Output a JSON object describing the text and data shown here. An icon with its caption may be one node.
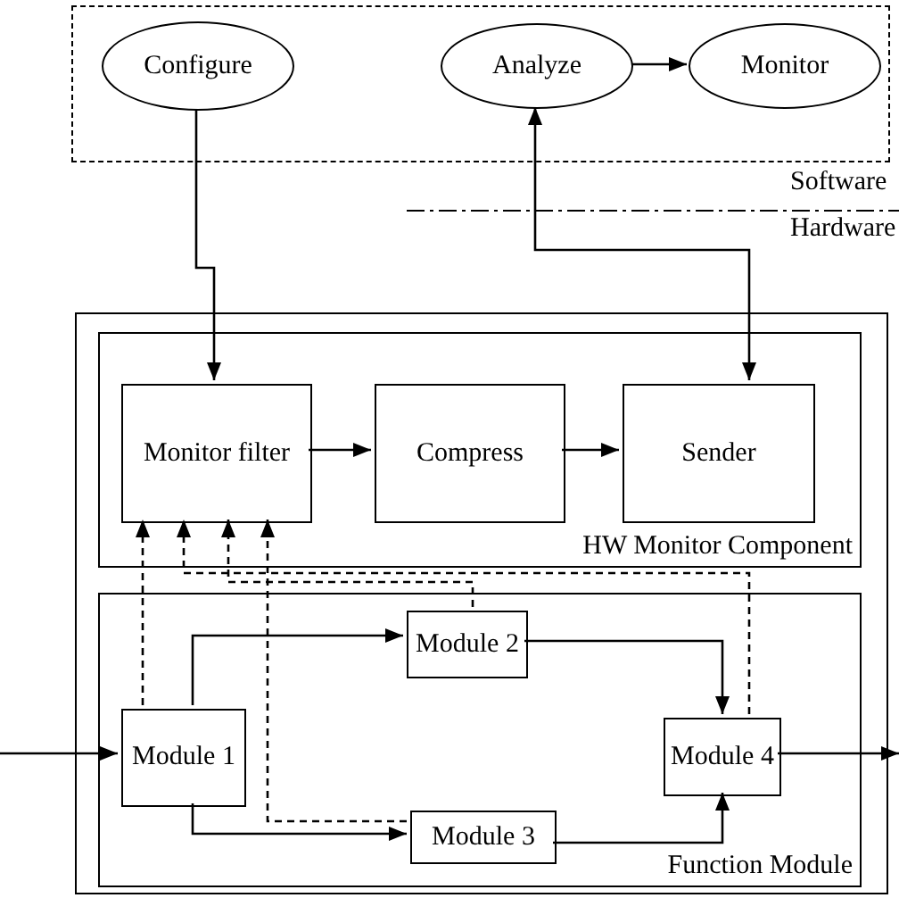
{
  "diagram": {
    "nodes": [
      {
        "text": [],
        "shape": "box"
      },
      {
        "text": [
          "Configure"
        ],
        "in": 0
      },
      {
        "text": [
          "Analyze"
        ],
        "in": 0
      },
      {
        "text": [
          "Monitor"
        ],
        "in": 0
      },
      {
        "text": [],
        "shape": "box"
      },
      {
        "text": [
          "HW Monitor Component"
        ],
        "in": 4
      },
      {
        "text": [
          "Monitor filter"
        ],
        "in": 5
      },
      {
        "text": [
          "Compress"
        ],
        "in": 5
      },
      {
        "text": [
          "Sender"
        ],
        "in": 5
      },
      {
        "text": [
          "Function Module"
        ],
        "in": 4
      },
      {
        "text": [
          "Module 1"
        ],
        "in": 9
      },
      {
        "text": [
          "Module 2"
        ],
        "in": 9
      },
      {
        "text": [
          "Module 3"
        ],
        "in": 9
      },
      {
        "text": [
          "Module 4"
        ],
        "in": 9
      }
    ],
    "edges": [
      {
        "from": 2,
        "to": 3,
        "arrow": "to"
      },
      {
        "from": 1,
        "to": 6,
        "arrow": "to"
      },
      {
        "from": 8,
        "to": 2,
        "arrow": "both"
      },
      {
        "from": 6,
        "to": 7,
        "arrow": "to"
      },
      {
        "from": 7,
        "to": 8,
        "arrow": "to"
      },
      {
        "from": null,
        "to": 10,
        "arrow": "to"
      },
      {
        "from": 10,
        "to": 11,
        "arrow": "to"
      },
      {
        "from": 10,
        "to": 12,
        "arrow": "to"
      },
      {
        "from": 11,
        "to": 13,
        "arrow": "to"
      },
      {
        "from": 12,
        "to": 13,
        "arrow": "to"
      },
      {
        "from": 13,
        "to": null,
        "arrow": "to"
      },
      {
        "from": 10,
        "to": 6,
        "arrow": "to",
        "style": "dashed"
      },
      {
        "from": 12,
        "to": 6,
        "arrow": "to",
        "style": "dashed"
      },
      {
        "from": 11,
        "to": 6,
        "arrow": "to",
        "style": "dashed"
      },
      {
        "from": 13,
        "to": 6,
        "arrow": "to",
        "style": "dashed"
      }
    ],
    "labels": [
      "Software",
      "Hardware"
    ]
  }
}
